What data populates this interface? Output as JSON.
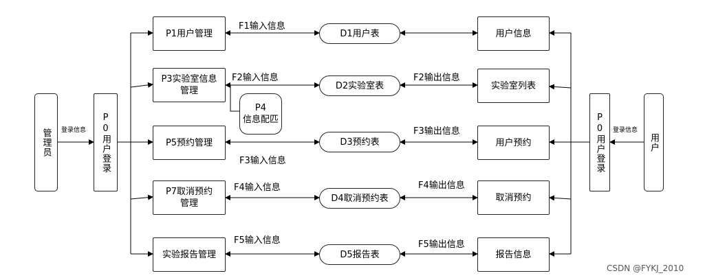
{
  "actors": {
    "admin": "管理员",
    "user": "用户",
    "admin_login_label": "登录信息",
    "user_login_label": "登录信息"
  },
  "login": {
    "left": "P0用户登录",
    "right": "P0用户登录"
  },
  "processes": {
    "p1": "P1用户管理",
    "p3_line1": "P3实验室信息",
    "p3_line2": "管理",
    "p4_line1": "P4",
    "p4_line2": "信息配匹",
    "p5": "P5预约管理",
    "p7_line1": "P7取消预约",
    "p7_line2": "管理",
    "report": "实验报告管理"
  },
  "stores": {
    "d1": "D1用户表",
    "d2": "D2实验室表",
    "d3": "D3预约表",
    "d4": "D4取消预约表",
    "d5": "D5报告表"
  },
  "entities": {
    "user_info": "用户信息",
    "lab_list": "实验室列表",
    "user_booking": "用户预约",
    "cancel_booking": "取消预约",
    "report_info": "报告信息"
  },
  "flows": {
    "f1_in": "F1输入信息",
    "f2_in": "F2输入信息",
    "f2_out": "F2输出信息",
    "f3_in": "F3输入信息",
    "f3_out": "F3输出信息",
    "f4_in": "F4输入信息",
    "f4_out": "F4输出信息",
    "f5_in": "F5输入信息",
    "f5_out": "F5输出信息"
  },
  "watermark": "CSDN @FYKJ_2010"
}
